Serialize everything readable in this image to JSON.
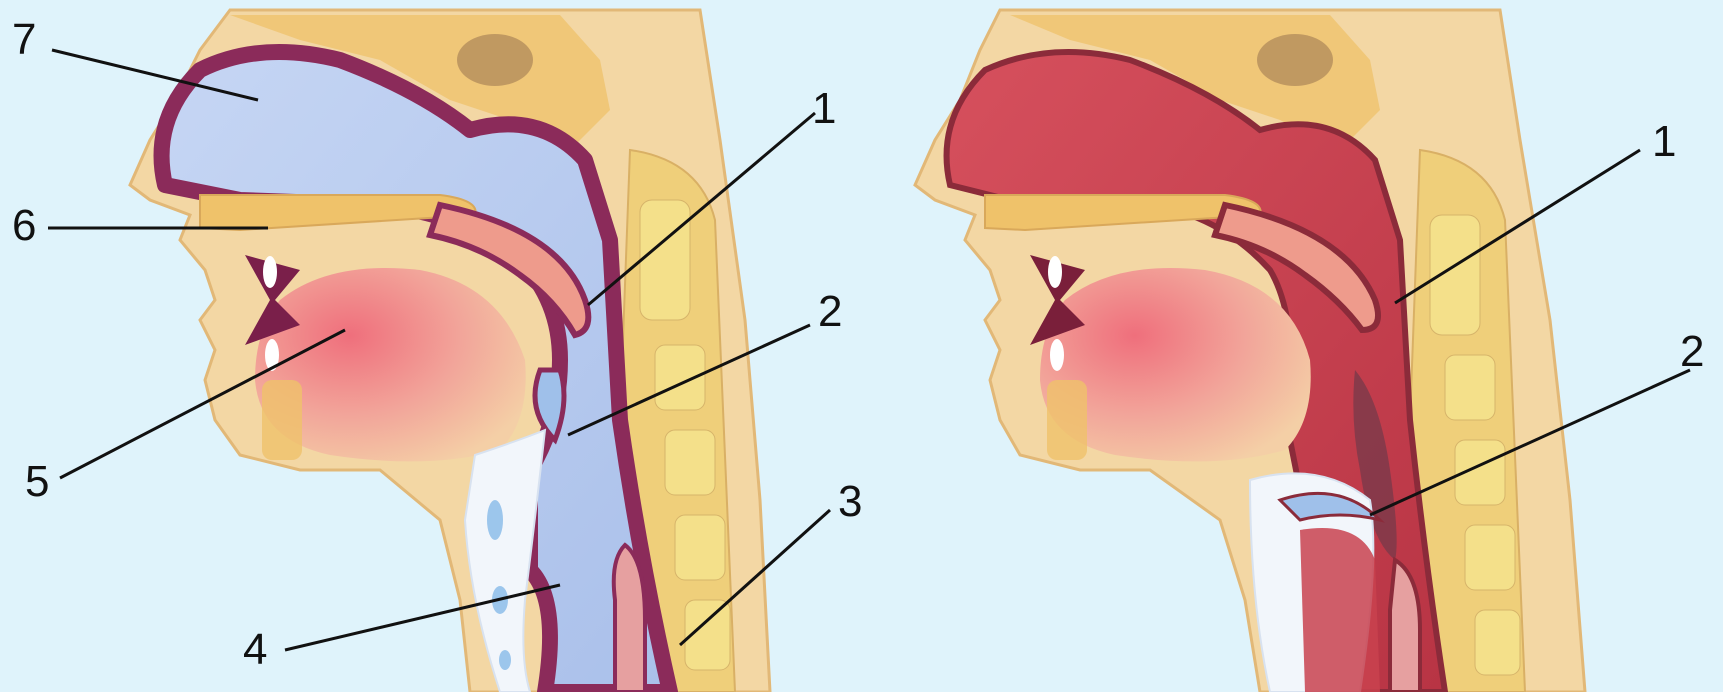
{
  "colors": {
    "background": "#dff3fb",
    "skin": "#f3d7a4",
    "skin_edge": "#e2b877",
    "bone": "#efc26a",
    "airway_blue": "#b9cdee",
    "airway_purple": "#8b2b5a",
    "tongue": "#ec8f8f",
    "muscle_red": "#c9424f",
    "cartilage": "#f2f6fb"
  },
  "left_figure": {
    "labels": [
      {
        "id": "label-1",
        "text": "1"
      },
      {
        "id": "label-2",
        "text": "2"
      },
      {
        "id": "label-3",
        "text": "3"
      },
      {
        "id": "label-4",
        "text": "4"
      },
      {
        "id": "label-5",
        "text": "5"
      },
      {
        "id": "label-6",
        "text": "6"
      },
      {
        "id": "label-7",
        "text": "7"
      }
    ]
  },
  "right_figure": {
    "labels": [
      {
        "id": "label-1",
        "text": "1"
      },
      {
        "id": "label-2",
        "text": "2"
      }
    ]
  }
}
